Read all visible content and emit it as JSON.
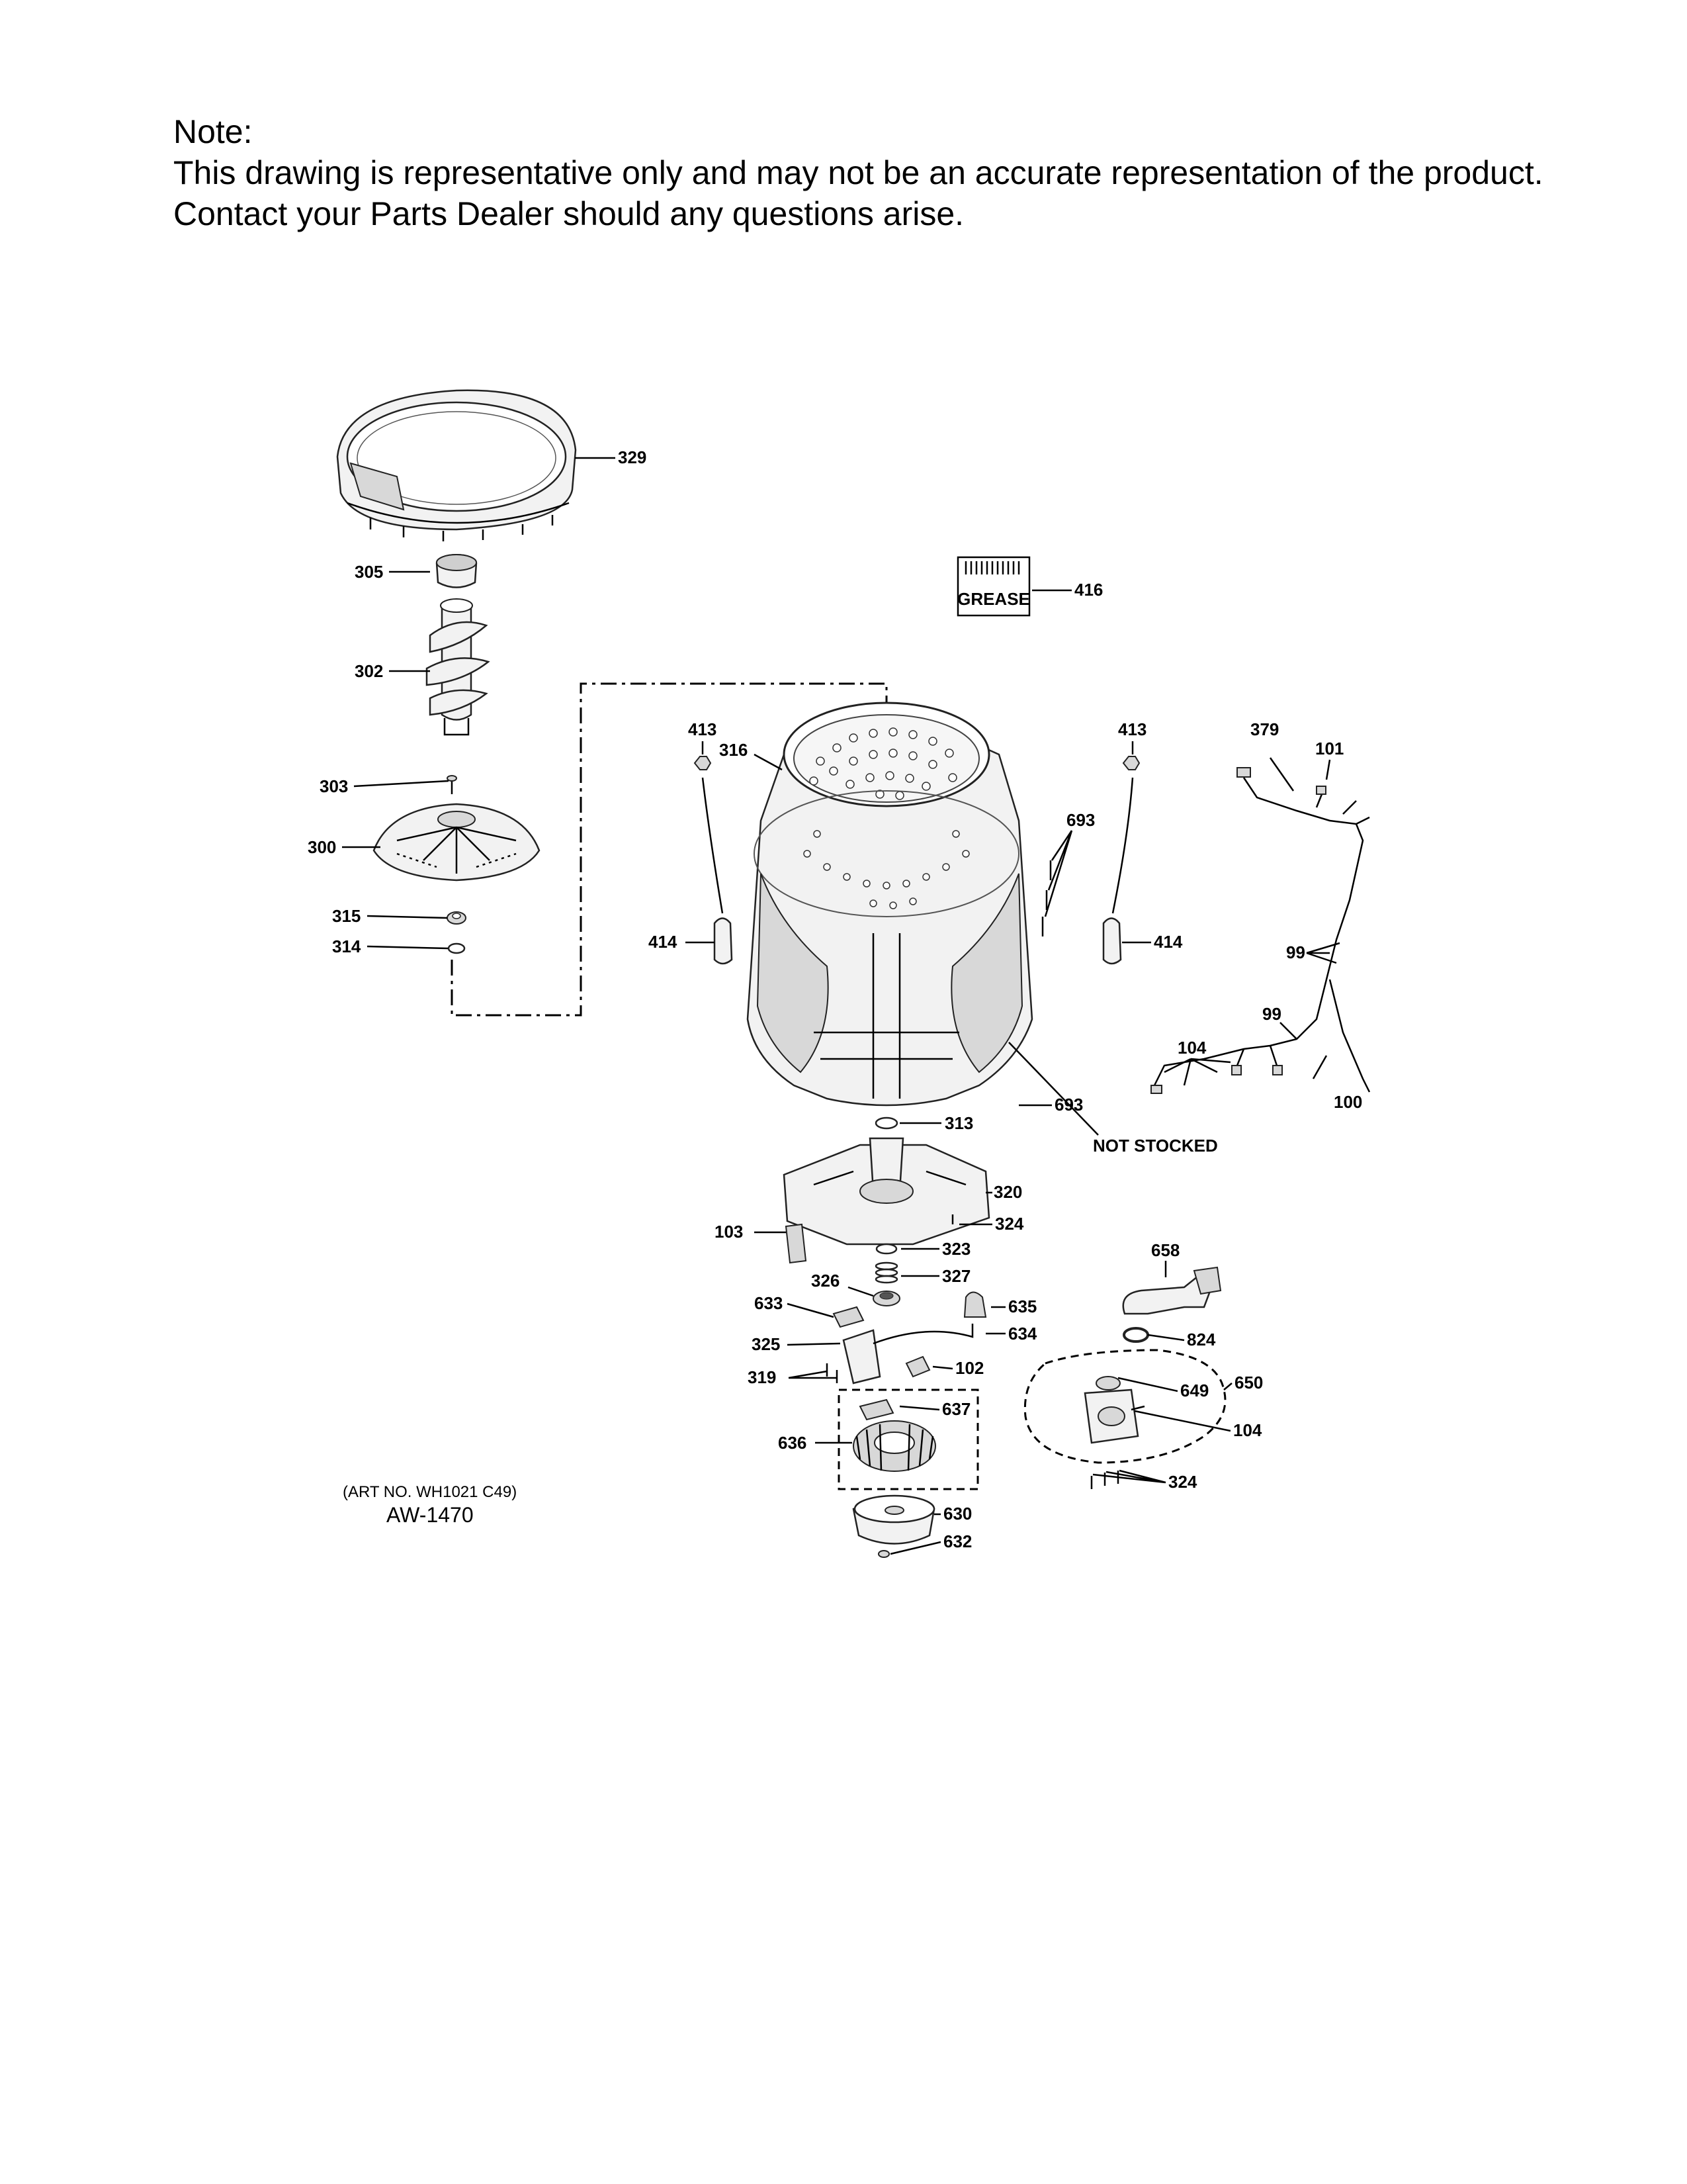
{
  "note": {
    "heading": "Note:",
    "line1": "This drawing is representative only and may not be an accurate representation of the product.",
    "line2": "Contact your Parts Dealer should any questions arise."
  },
  "diagram": {
    "grease_label": "GREASE",
    "not_stocked": "NOT STOCKED",
    "art_no": "(ART NO. WH1021 C49)",
    "aw_no": "AW-1470",
    "callouts": [
      "329",
      "305",
      "302",
      "303",
      "300",
      "315",
      "314",
      "416",
      "413",
      "316",
      "413",
      "379",
      "101",
      "693",
      "414",
      "414",
      "99",
      "99",
      "104",
      "100",
      "313",
      "693",
      "320",
      "324",
      "103",
      "323",
      "327",
      "326",
      "635",
      "633",
      "634",
      "325",
      "102",
      "319",
      "637",
      "636",
      "630",
      "632",
      "658",
      "824",
      "649",
      "650",
      "104",
      "324"
    ]
  }
}
